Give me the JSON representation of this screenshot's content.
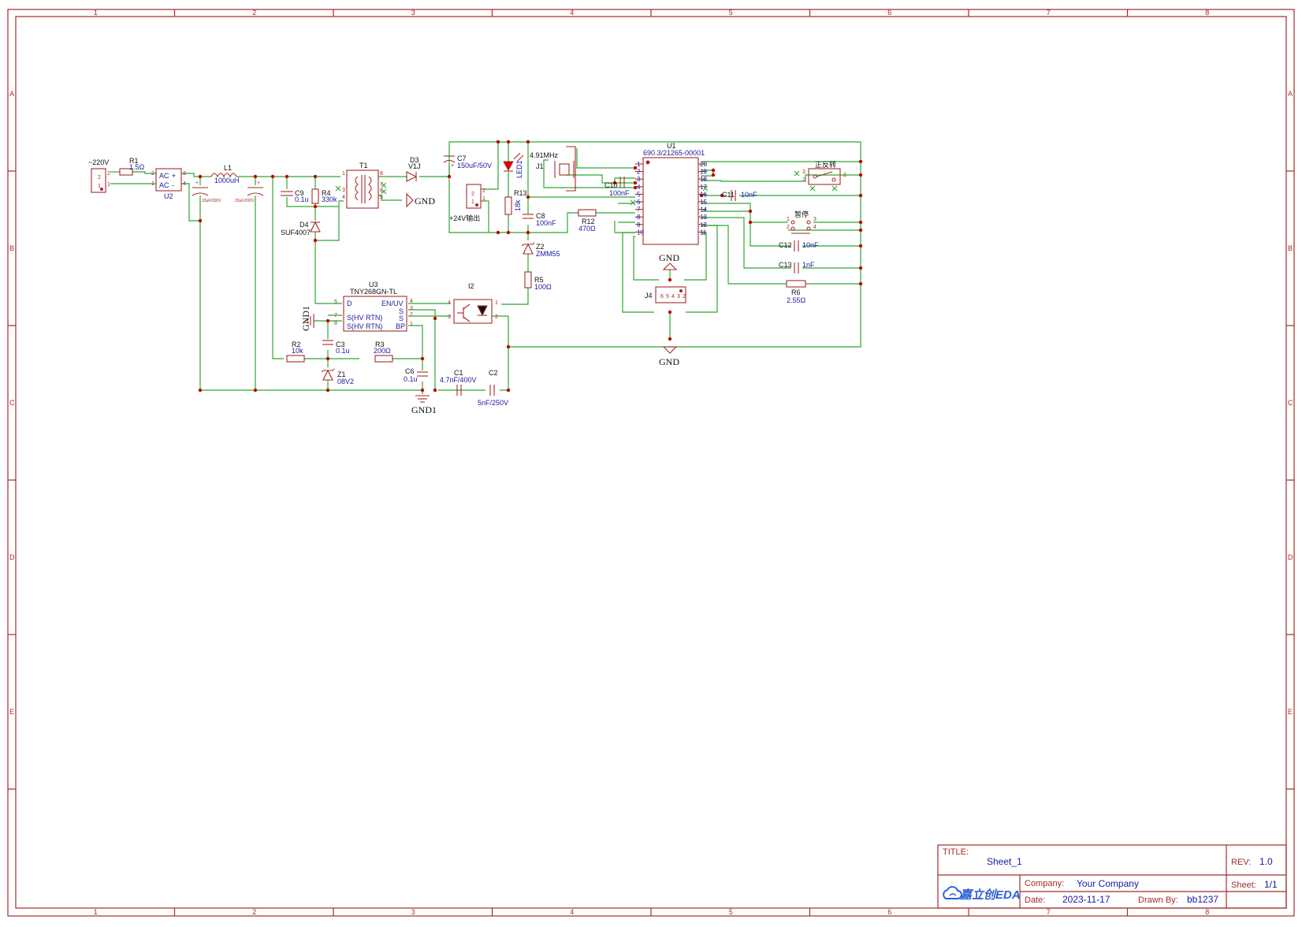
{
  "frame": {
    "columns": [
      "1",
      "2",
      "3",
      "4",
      "5",
      "6",
      "7",
      "8"
    ],
    "rows": [
      "A",
      "B",
      "C",
      "D",
      "E"
    ]
  },
  "title_block": {
    "title_key": "TITLE:",
    "title": "Sheet_1",
    "rev_key": "REV:",
    "rev": "1.0",
    "company_key": "Company:",
    "company": "Your Company",
    "sheet_key": "Sheet:",
    "sheet": "1/1",
    "date_key": "Date:",
    "date": "2023-11-17",
    "drawn_key": "Drawn By:",
    "drawn": "bb1237",
    "logo_text": "嘉立创EDA"
  },
  "components": {
    "ac_in": "~220V",
    "r1_ref": "R1",
    "r1_val": "1.5Ω",
    "u2_ref": "U2",
    "u2_ac1": "AC",
    "u2_ac2": "AC",
    "u2_plus": "+",
    "u2_minus": "-",
    "l1_ref": "L1",
    "l1_val": "1000uH",
    "c4_val": "33uF/200V",
    "c5_val": "33uF/200V",
    "c9_ref": "C9",
    "c9_val": "0.1u",
    "r4_ref": "R4",
    "r4_val": "330k",
    "d4_ref": "D4",
    "d4_val": "SUF4007",
    "t1_ref": "T1",
    "d3_ref": "D3",
    "d3_val": "V1J",
    "c7_ref": "C7",
    "c7_val": "150uF/50V",
    "out_label": "+24V输出",
    "led_ref": "LED1",
    "r13_ref": "R13",
    "r13_val": "18k",
    "c8_ref": "C8",
    "c8_val": "100nF",
    "z2_ref": "Z2",
    "z2_val": "ZMM55",
    "r5_ref": "R5",
    "r5_val": "100Ω",
    "xtal_freq": "4.91MHz",
    "j1_ref": "J1",
    "c10_ref": "C10",
    "c10_val": "100nF",
    "r12_ref": "R12",
    "r12_val": "470Ω",
    "u1_ref": "U1",
    "u1_val": "690.3/21265-00001",
    "c11_ref": "C11",
    "c11_val": "10nF",
    "sw1_label": "正反转",
    "sw2_label": "暂停",
    "c12_ref": "C12",
    "c12_val": "10nF",
    "c13_ref": "C13",
    "c13_val": "1nF",
    "r6_ref": "R6",
    "r6_val": "2.55Ω",
    "j4_ref": "J4",
    "u3_ref": "U3",
    "u3_val": "TNY268GN-TL",
    "u3_d": "D",
    "u3_s1": "S(HV RTN)",
    "u3_s2": "S(HV RTN)",
    "u3_en": "EN/UV",
    "u3_s3": "S",
    "u3_s4": "S",
    "u3_bp": "BP",
    "i2_ref": "I2",
    "r2_ref": "R2",
    "r2_val": "10k",
    "c3_ref": "C3",
    "c3_val": "0.1u",
    "r3_ref": "R3",
    "r3_val": "200Ω",
    "z1_ref": "Z1",
    "z1_val": "08V2",
    "c6_ref": "C6",
    "c6_val": "0.1u",
    "c1_ref": "C1",
    "c1_val": "4.7nF/400V",
    "c2_ref": "C2",
    "c2_val": "5nF/250V"
  },
  "nets": {
    "gnd_a": "GND",
    "gnd_b": "GND",
    "gnd_c": "GND",
    "gnd1_a": "GND1",
    "gnd1_b": "GND1"
  },
  "u1_pins_left": [
    "1",
    "2",
    "3",
    "4",
    "5",
    "6",
    "7",
    "8",
    "9",
    "10"
  ],
  "u1_pins_right": [
    "20",
    "19",
    "18",
    "17",
    "16",
    "15",
    "14",
    "13",
    "12",
    "11"
  ],
  "colors": {
    "wire": "#2ea82e",
    "part": "#a52a2a",
    "label": "#1a1a9e",
    "junction": "#c00000"
  }
}
